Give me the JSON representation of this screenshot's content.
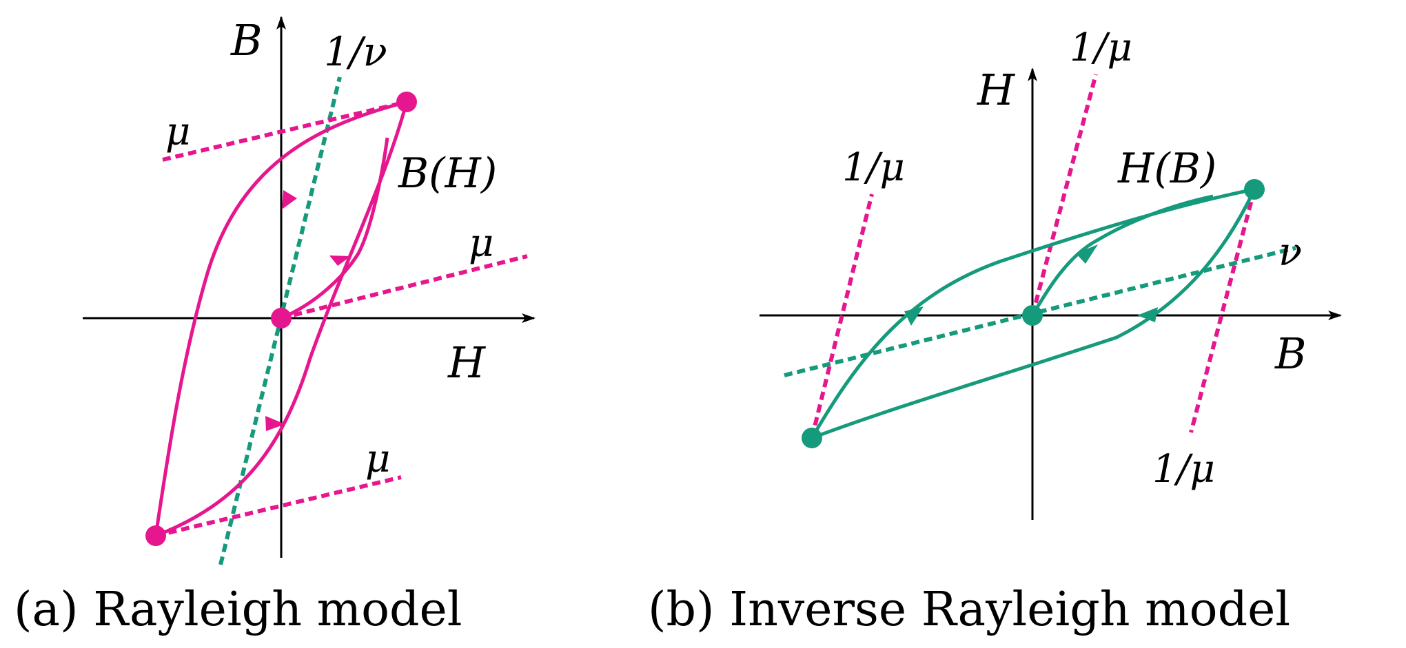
{
  "colors": {
    "magenta": "#e6168f",
    "green": "#159a7c",
    "black": "#000000"
  },
  "panel_a": {
    "caption": "(a) Rayleigh model",
    "axis_y_label": "B",
    "axis_x_label": "H",
    "curve_label": "B(H)",
    "slope_top": "μ",
    "slope_mid": "μ",
    "slope_bottom": "μ",
    "reluctivity_label": "1/ν"
  },
  "panel_b": {
    "caption": "(b) Inverse Rayleigh model",
    "axis_y_label": "H",
    "axis_x_label": "B",
    "curve_label": "H(B)",
    "slope_top": "1/μ",
    "slope_left": "1/μ",
    "slope_right": "1/μ",
    "reluctivity_label": "ν"
  }
}
